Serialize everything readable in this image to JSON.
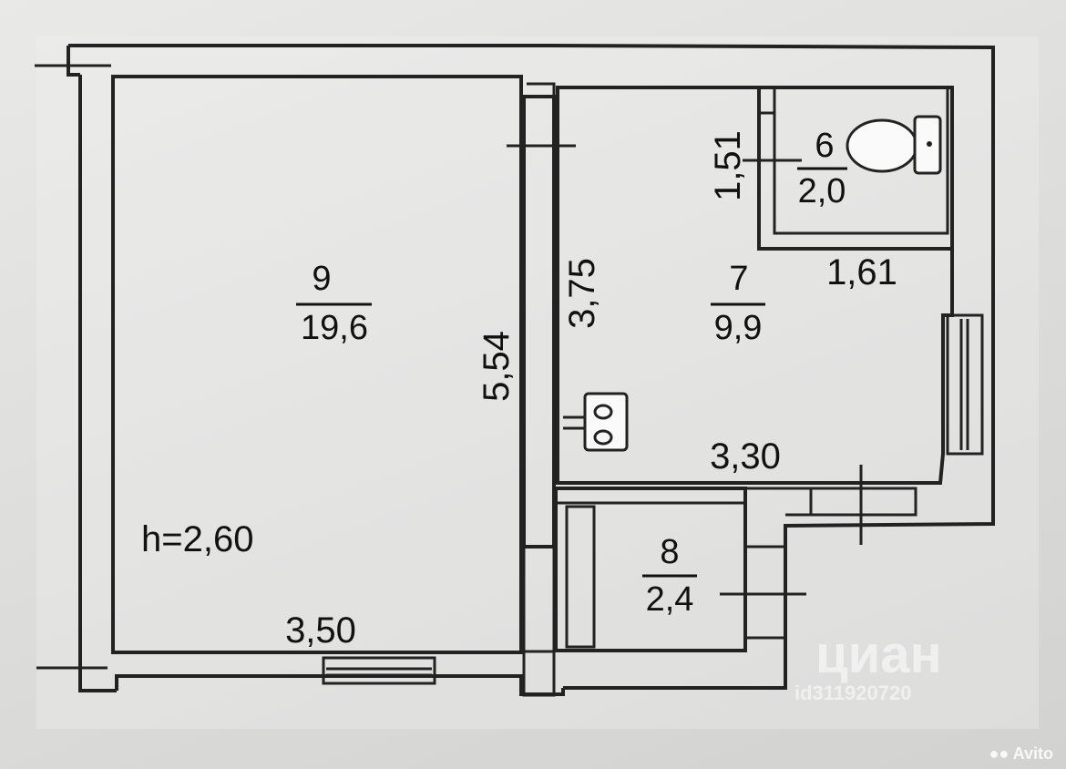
{
  "rooms": {
    "living": {
      "number": "9",
      "area": "19,6"
    },
    "kitchen": {
      "number": "7",
      "area": "9,9"
    },
    "toilet": {
      "number": "6",
      "area": "2,0"
    },
    "hall": {
      "number": "8",
      "area": "2,4"
    }
  },
  "dimensions": {
    "living_length": "5,54",
    "living_width": "3,50",
    "ceiling_height": "h=2,60",
    "kitchen_length": "3,75",
    "kitchen_width": "3,30",
    "toilet_length": "1,51",
    "toilet_width": "1,61"
  },
  "watermark": {
    "brand": "циан",
    "listing_id": "id311920720",
    "corner_logo": "Avito"
  }
}
